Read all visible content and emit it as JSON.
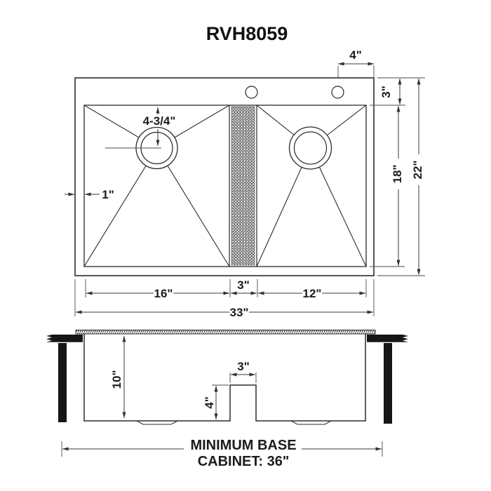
{
  "title": "RVH8059",
  "colors": {
    "line": "#2b2b2b",
    "dim": "#3a3a3a",
    "solid_black": "#161616",
    "bg": "#ffffff"
  },
  "top_view": {
    "faucet_hole_offset": "4\"",
    "rim_top_margin": "3\"",
    "bowl_front_to_back": "18\"",
    "overall_front_to_back": "22\"",
    "drain_opening": "4-3/4\"",
    "rim_width": "1\"",
    "left_bowl_width": "16\"",
    "divider_width": "3\"",
    "right_bowl_width": "12\"",
    "overall_width": "33\""
  },
  "side_view": {
    "bowl_depth": "10\"",
    "divider_width": "3\"",
    "divider_height": "4\""
  },
  "footer": {
    "line1": "MINIMUM BASE",
    "line2": "CABINET: 36\""
  }
}
